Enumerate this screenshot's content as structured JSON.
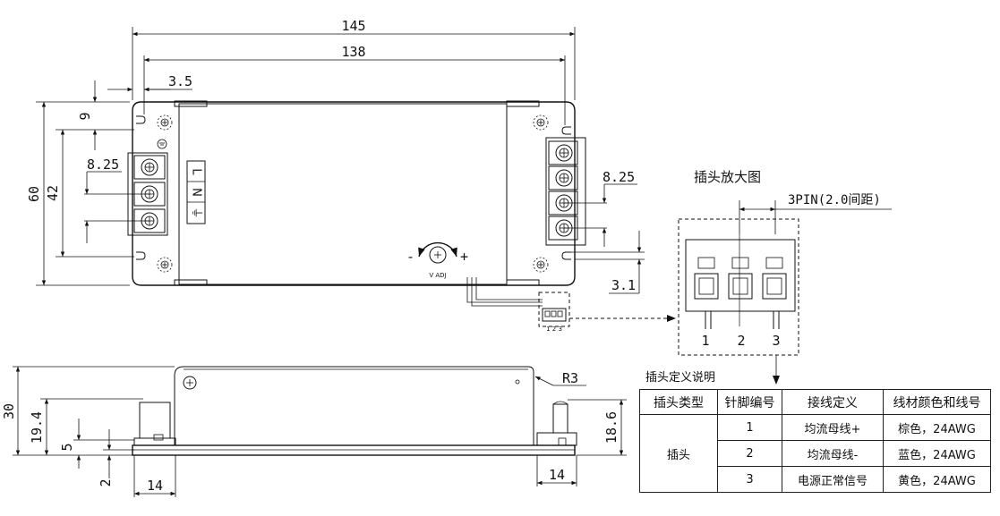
{
  "dimensions": {
    "overall_length": "145",
    "mount_spacing": "138",
    "edge_offset": "3.5",
    "top_offset": "9",
    "height": "60",
    "mount_height": "42",
    "left_pitch": "8.25",
    "right_pitch": "8.25",
    "right_offset": "3.1",
    "side_height": "30",
    "terminal_height": "19.4",
    "base_5": "5",
    "base_2": "2",
    "left_width": "14",
    "right_width": "14",
    "right_terminal_height": "18.6",
    "radius": "R3"
  },
  "terminal_labels": {
    "l": "L",
    "n": "N",
    "ground": "⏚"
  },
  "adjust": {
    "minus": "-",
    "plus": "+",
    "label": "V ADJ"
  },
  "connector_small_label": "1 2 3",
  "enlarged": {
    "title": "插头放大图",
    "pitch_label": "3PIN(2.0间距)",
    "pins": [
      "1",
      "2",
      "3"
    ]
  },
  "table": {
    "title": "插头定义说明",
    "headers": [
      "插头类型",
      "针脚编号",
      "接线定义",
      "线材颜色和线号"
    ],
    "type_cell": "插头",
    "rows": [
      {
        "pin": "1",
        "definition": "均流母线+",
        "wire": "棕色，24AWG"
      },
      {
        "pin": "2",
        "definition": "均流母线-",
        "wire": "蓝色，24AWG"
      },
      {
        "pin": "3",
        "definition": "电源正常信号",
        "wire": "黄色，24AWG"
      }
    ]
  }
}
